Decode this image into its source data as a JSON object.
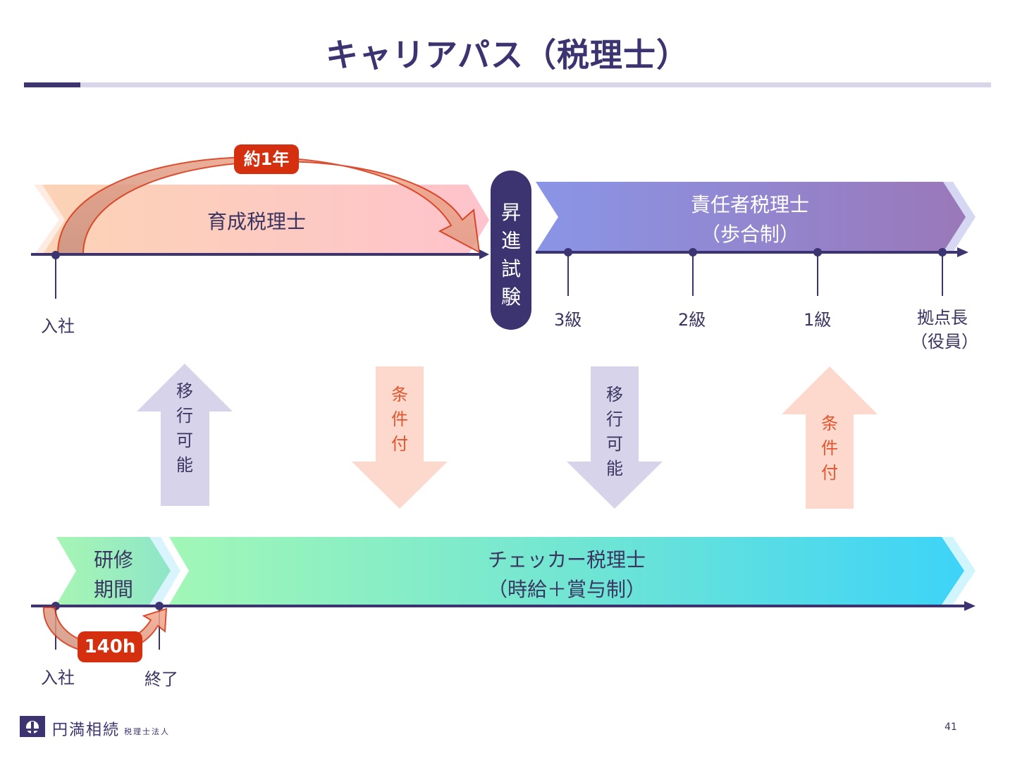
{
  "title": "キャリアパス（税理士）",
  "colors": {
    "navy": "#3b3470",
    "red": "#d4300f",
    "orange_text": "#e5552e",
    "lavender": "#d6d3ea",
    "peach": "#fdd8cc"
  },
  "top_track": {
    "band_label": "育成税理士",
    "duration_badge": "約1年",
    "start_label": "入社"
  },
  "exam": {
    "chars": [
      "昇",
      "進",
      "試",
      "験"
    ]
  },
  "responsible_track": {
    "label_line1": "責任者税理士",
    "label_line2": "（歩合制）",
    "ranks": [
      "3級",
      "2級",
      "1級"
    ],
    "top_rank_line1": "拠点長",
    "top_rank_line2": "（役員）"
  },
  "transitions": [
    {
      "chars": [
        "移",
        "行",
        "可",
        "能"
      ],
      "direction": "up",
      "color": "lavender"
    },
    {
      "chars": [
        "条",
        "件",
        "付"
      ],
      "direction": "down",
      "color": "peach"
    },
    {
      "chars": [
        "移",
        "行",
        "可",
        "能"
      ],
      "direction": "down",
      "color": "lavender"
    },
    {
      "chars": [
        "条",
        "件",
        "付"
      ],
      "direction": "up",
      "color": "peach"
    }
  ],
  "bottom_track": {
    "training_line1": "研修",
    "training_line2": "期間",
    "checker_line1": "チェッカー税理士",
    "checker_line2": "（時給＋賞与制）",
    "hours_badge": "140h",
    "start_label": "入社",
    "end_label": "終了"
  },
  "footer": {
    "company": "円満相続",
    "company_sub": "税理士法人",
    "logo_icon": "building-logo-icon",
    "page_number": "41"
  }
}
